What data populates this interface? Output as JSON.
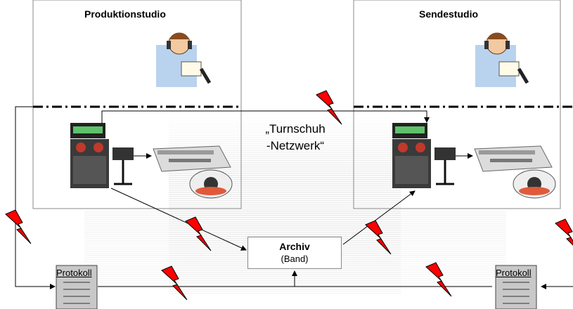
{
  "studios": {
    "production": {
      "title": "Produktionstudio"
    },
    "broadcast": {
      "title": "Sendestudio"
    }
  },
  "network": {
    "label_line1": "„Turnschuh",
    "label_line2": "-Netzwerk“"
  },
  "archive": {
    "title": "Archiv",
    "subtitle": "(Band)"
  },
  "protocols": {
    "left": "Protokoll",
    "right": "Protokoll"
  },
  "colors": {
    "lightning": "#ff0000",
    "lightning_outline": "#000000",
    "box_border": "#888888",
    "protocol_fill": "#c8c8c8"
  }
}
